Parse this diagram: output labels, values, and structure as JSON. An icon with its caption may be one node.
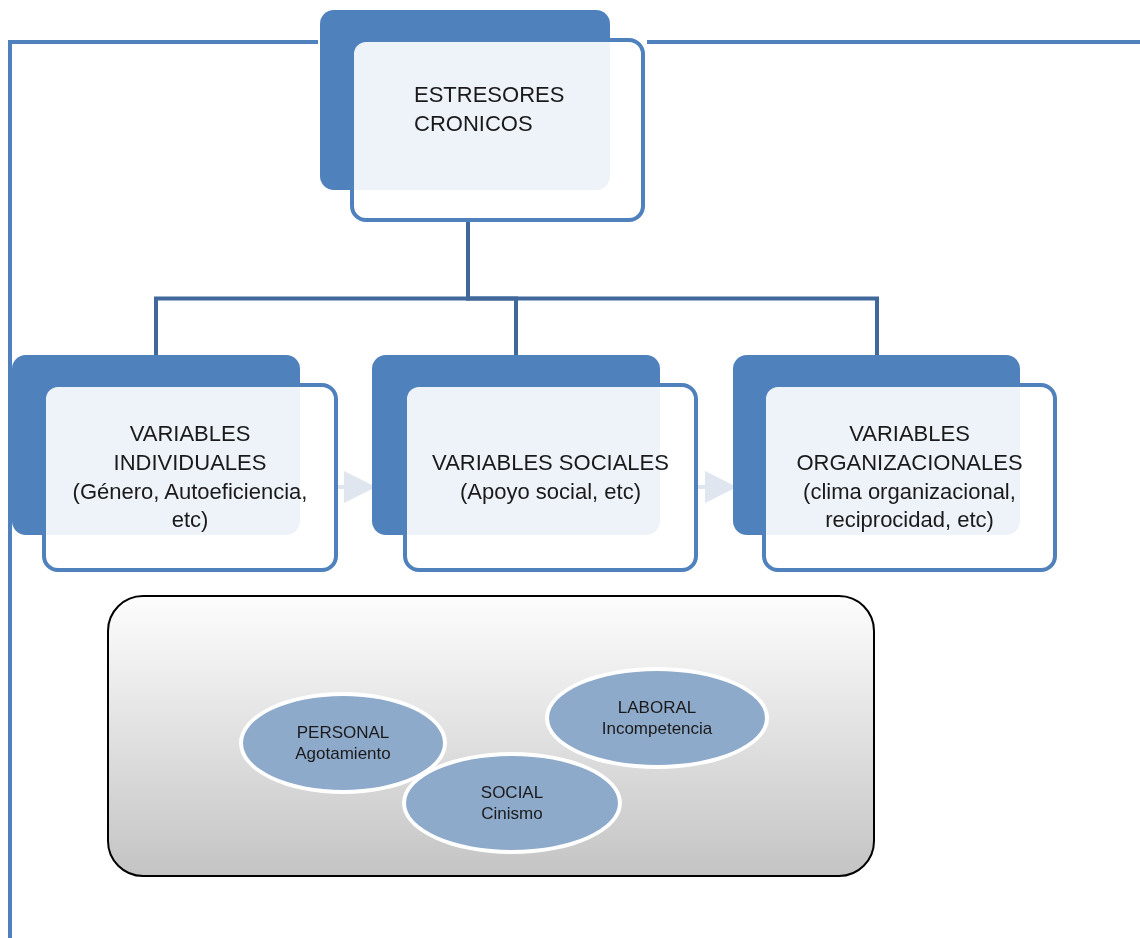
{
  "diagram": {
    "nodes": [
      {
        "text": [
          "ESTRESORES CRONICOS"
        ]
      },
      {
        "text": [
          "VARIABLES INDIVIDUALES",
          "(Género, Autoeficiencia, etc)"
        ]
      },
      {
        "text": [
          "VARIABLES SOCIALES",
          "(Apoyo social, etc)"
        ]
      },
      {
        "text": [
          "VARIABLES ORGANIZACIONALES",
          "(clima organizacional, reciprocidad, etc)"
        ]
      },
      {
        "text": [],
        "shape": "box"
      },
      {
        "text": [
          "PERSONAL",
          "Agotamiento"
        ],
        "in": 4
      },
      {
        "text": [
          "LABORAL",
          "Incompetencia"
        ],
        "in": 4
      },
      {
        "text": [
          "SOCIAL",
          "Cinismo"
        ],
        "in": 4
      }
    ],
    "edges": [
      {
        "from": 0,
        "to": 1,
        "arrow": "none"
      },
      {
        "from": 0,
        "to": 2,
        "arrow": "none"
      },
      {
        "from": 0,
        "to": 3,
        "arrow": "none"
      },
      {
        "from": 1,
        "to": 2,
        "arrow": "to",
        "color": "#dfe6f0"
      },
      {
        "from": 2,
        "to": 3,
        "arrow": "to",
        "color": "#dfe6f0"
      }
    ]
  }
}
